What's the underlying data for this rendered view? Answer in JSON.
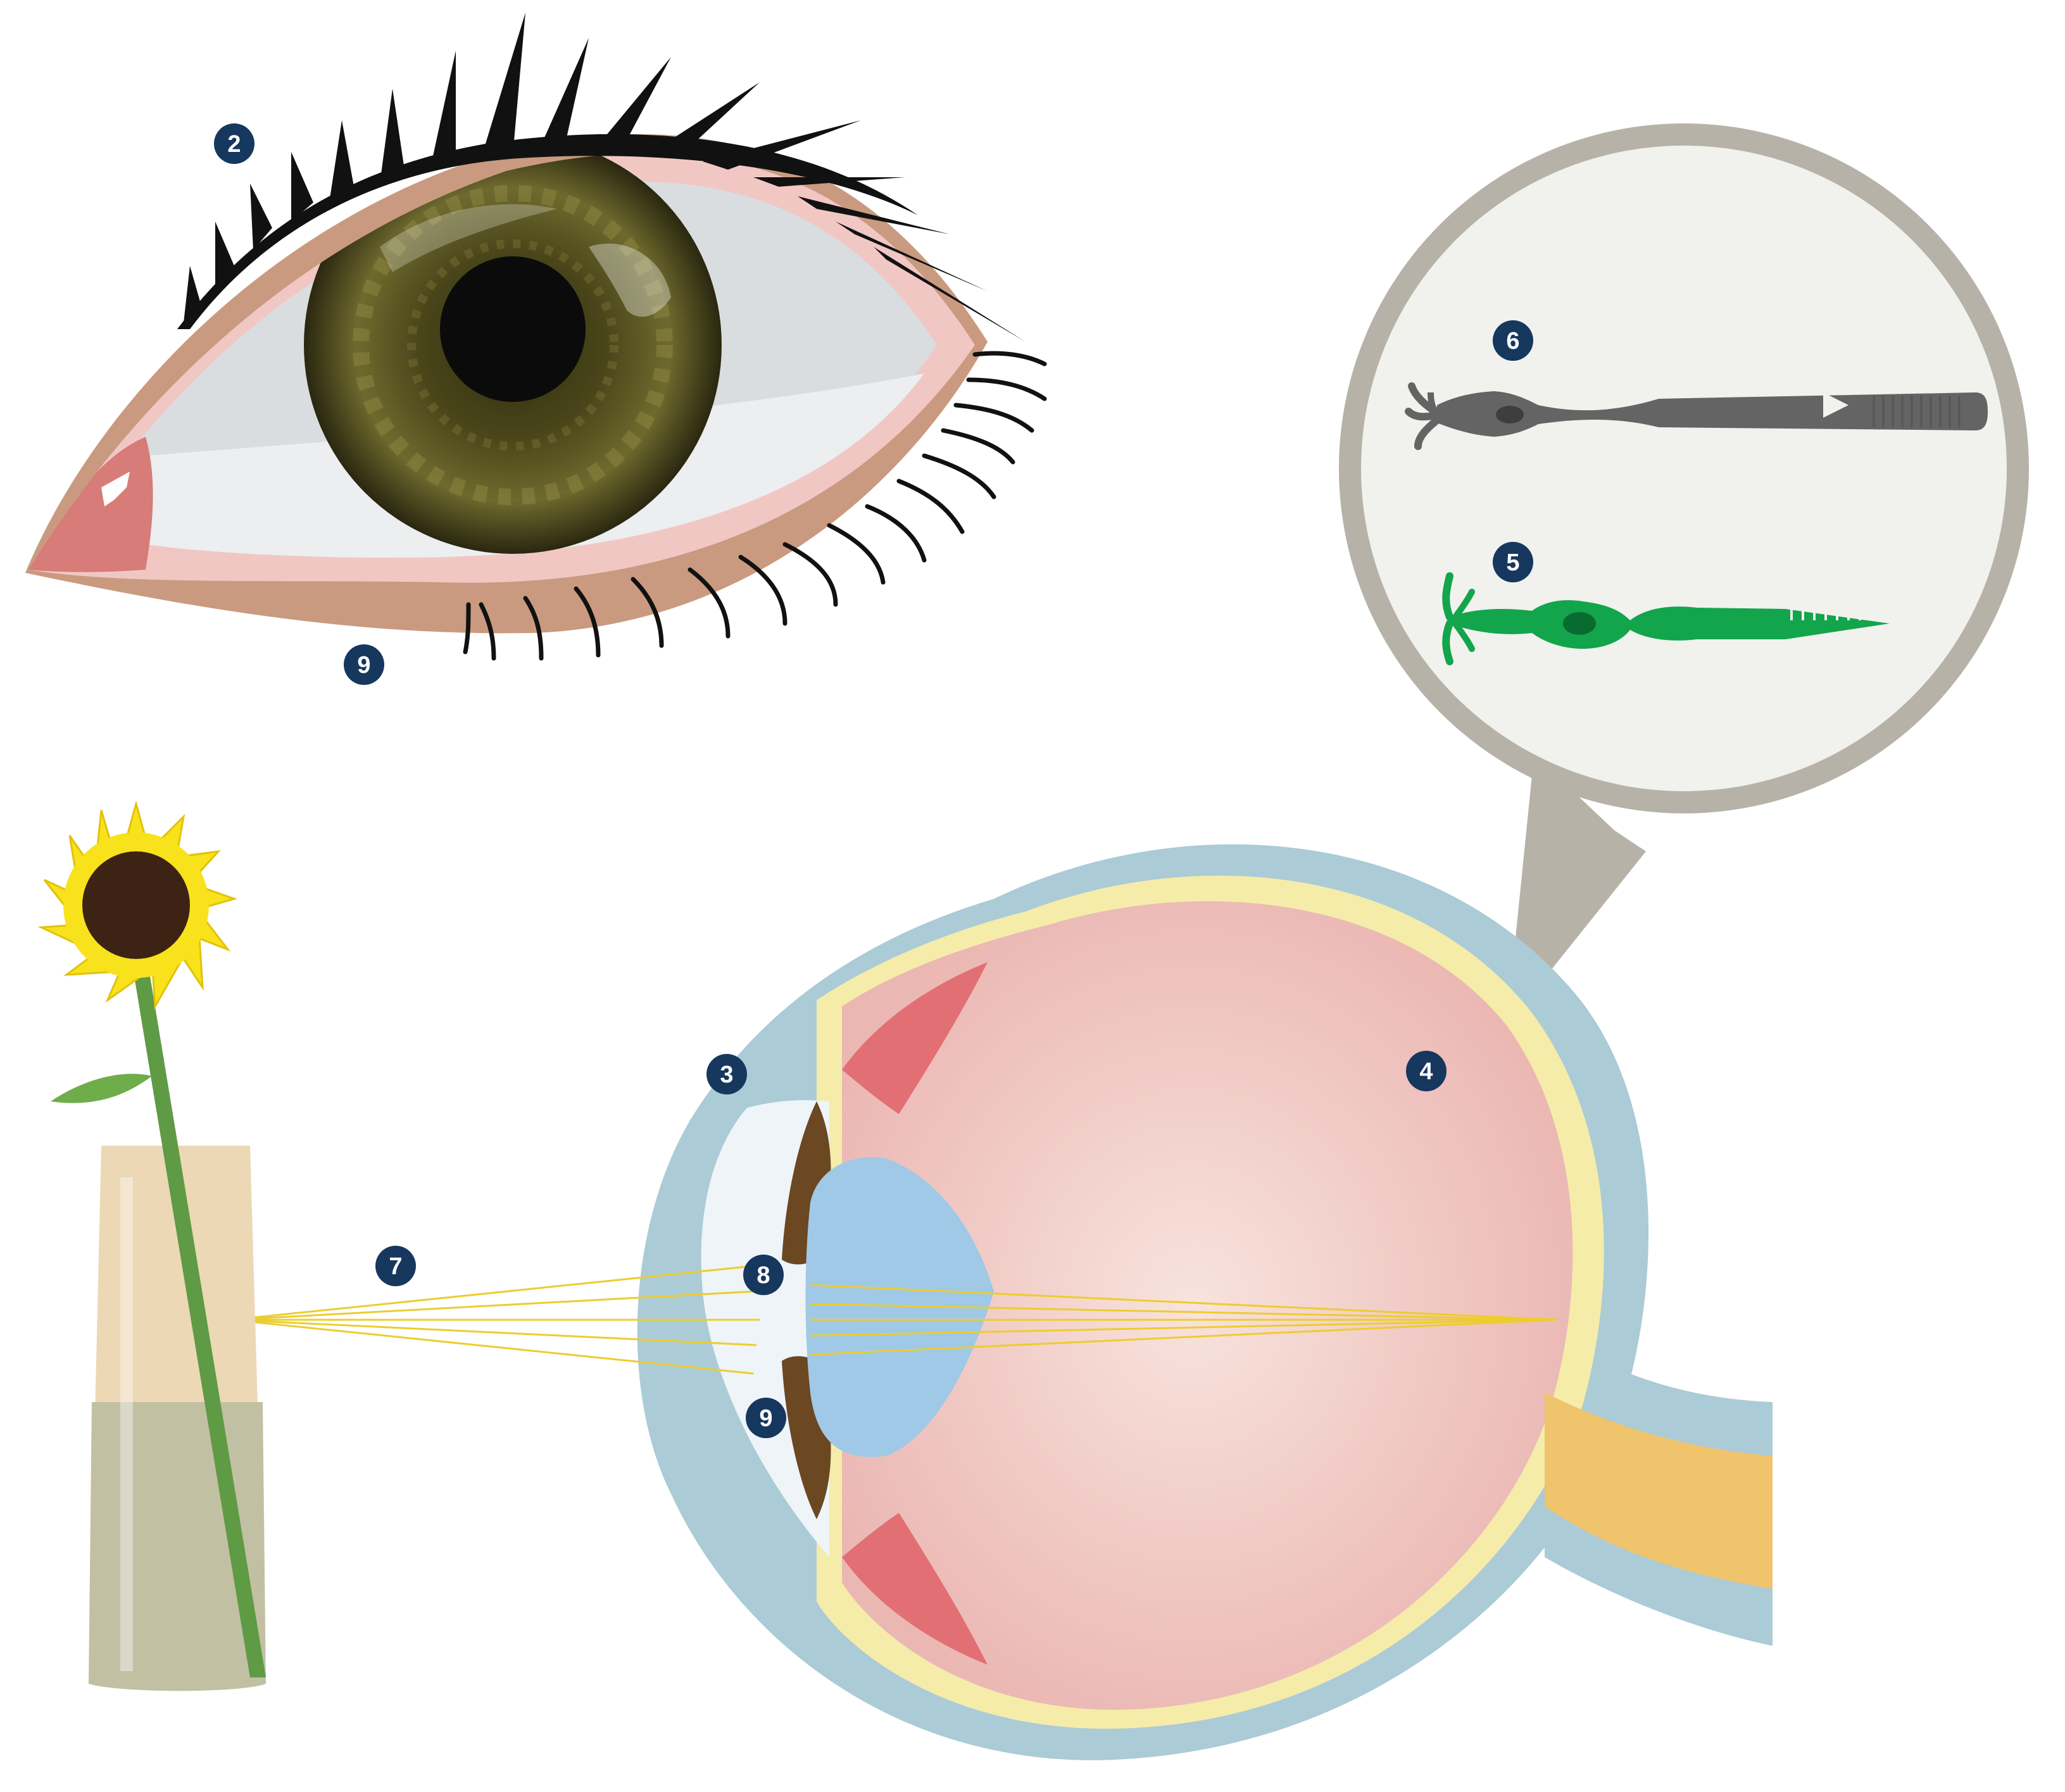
{
  "colors": {
    "badge": "#16375e",
    "badge_text": "#ffffff",
    "skin": "#c99a80",
    "eyelid_rim": "#f1c7c4",
    "sclera": "#d9dde0",
    "iris": "#5e5a22",
    "pupil": "#0b0b0b",
    "lashes": "#111111",
    "caruncle": "#d77c78",
    "callout_ring": "#b7b2a8",
    "callout_fill": "#f1f1ee",
    "rod_cell": "#646464",
    "cone_cell": "#12a54b",
    "sclera_section": "#abcbd6",
    "choroid": "#f5ecaa",
    "vitreous": "#eec0ba",
    "cornea_aqueous": "#eef4f8",
    "lens": "#9fc9e6",
    "iris_section": "#6b4722",
    "ciliary_body": "#e26f74",
    "optic_nerve": "#f0c36d",
    "light_rays": "#eccd2e",
    "petals": "#f7e21c",
    "flower_center": "#3d2314",
    "stem": "#5f9a45",
    "leaf": "#6fad4a",
    "vase": "#ecd8b5",
    "vase_water": "#c2c0a3"
  },
  "icons": {
    "external_eye": "human-eye-illustration",
    "cross_section": "eyeball-cross-section",
    "callout": "magnifier-bubble",
    "rod": "rod-photoreceptor-cell",
    "cone": "cone-photoreceptor-cell",
    "flower": "sunflower",
    "vase": "glass-vase"
  },
  "labels": {
    "eyelid": "2",
    "lower_lid": "9",
    "cornea": "3",
    "retina": "4",
    "cone_cell": "5",
    "rod_cell": "6",
    "light": "7",
    "pupil": "8",
    "iris": "9"
  }
}
